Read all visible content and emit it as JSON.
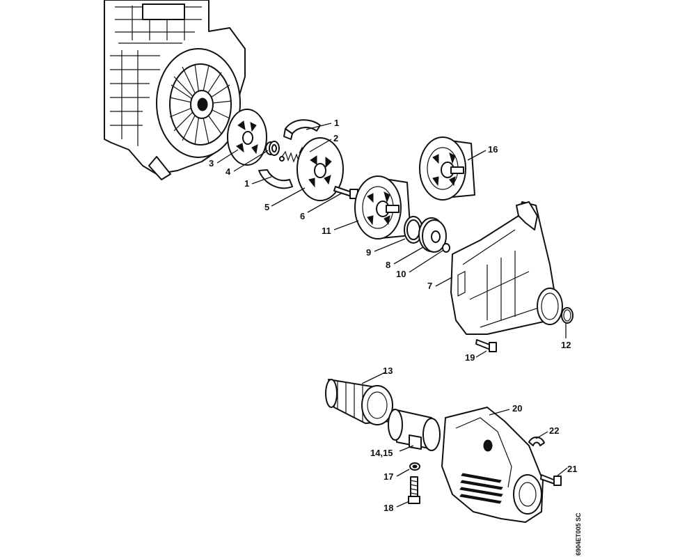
{
  "diagram": {
    "drawing_code": "6904ET005 SC",
    "callouts": [
      {
        "id": "c1a",
        "text": "1"
      },
      {
        "id": "c2",
        "text": "2"
      },
      {
        "id": "c3",
        "text": "3"
      },
      {
        "id": "c4",
        "text": "4"
      },
      {
        "id": "c1b",
        "text": "1"
      },
      {
        "id": "c5",
        "text": "5"
      },
      {
        "id": "c6",
        "text": "6"
      },
      {
        "id": "c16",
        "text": "16"
      },
      {
        "id": "c11",
        "text": "11"
      },
      {
        "id": "c9",
        "text": "9"
      },
      {
        "id": "c8",
        "text": "8"
      },
      {
        "id": "c10",
        "text": "10"
      },
      {
        "id": "c7",
        "text": "7"
      },
      {
        "id": "c12",
        "text": "12"
      },
      {
        "id": "c19",
        "text": "19"
      },
      {
        "id": "c13",
        "text": "13"
      },
      {
        "id": "c20",
        "text": "20"
      },
      {
        "id": "c22",
        "text": "22"
      },
      {
        "id": "c1415",
        "text": "14,15"
      },
      {
        "id": "c21",
        "text": "21"
      },
      {
        "id": "c17",
        "text": "17"
      },
      {
        "id": "c18",
        "text": "18"
      }
    ]
  }
}
